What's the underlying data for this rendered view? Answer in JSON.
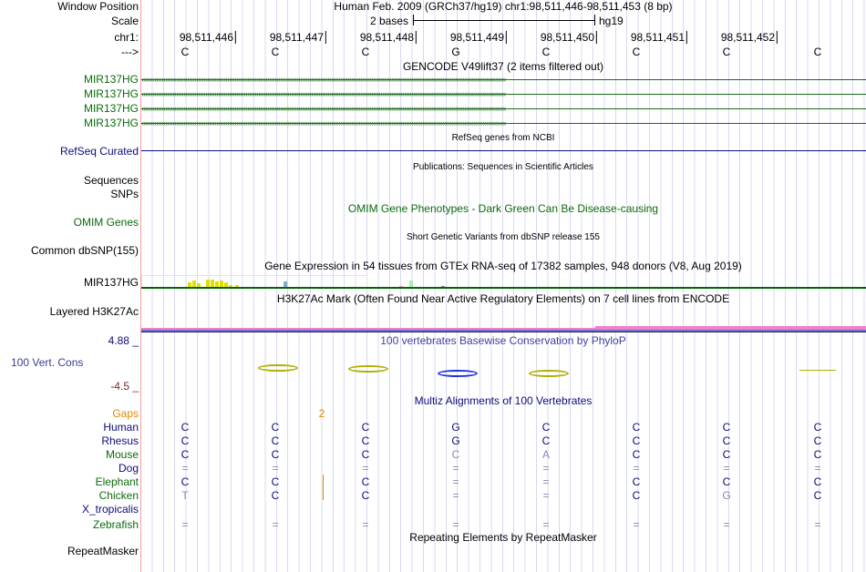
{
  "header": {
    "window_position_label": "Window Position",
    "title": "Human Feb. 2009 (GRCh37/hg19)   chr1:98,511,446-98,511,453 (8 bp)",
    "scale_label": "Scale",
    "scale_text": "2 bases",
    "scale_assembly": "hg19",
    "chr_label": "chr1:",
    "strand_label": "--->",
    "coords": [
      "98,511,446",
      "98,511,447",
      "98,511,448",
      "98,511,449",
      "98,511,450",
      "98,511,451",
      "98,511,452"
    ],
    "bases": [
      "C",
      "C",
      "C",
      "G",
      "C",
      "C",
      "C",
      "C"
    ]
  },
  "tracks": {
    "gencode": {
      "title": "GENCODE V49lift37 (2 items filtered out)",
      "items": [
        "MIR137HG",
        "MIR137HG",
        "MIR137HG",
        "MIR137HG"
      ]
    },
    "refseq": {
      "title": "RefSeq genes from NCBI",
      "label": "RefSeq Curated"
    },
    "pubs": {
      "title": "Publications: Sequences in Scientific Articles",
      "label1": "Sequences",
      "label2": "SNPs"
    },
    "omim": {
      "title": "OMIM Gene Phenotypes - Dark Green Can Be Disease-causing",
      "label": "OMIM Genes"
    },
    "dbsnp": {
      "title": "Short Genetic Variants from dbSNP release 155",
      "label": "Common dbSNP(155)"
    },
    "gtex": {
      "title": "Gene Expression in 54 tissues from GTEx RNA-seq of 17382 samples, 948 donors (V8, Aug 2019)",
      "label": "MIR137HG"
    },
    "h3k27ac": {
      "title": "H3K27Ac Mark (Often Found Near Active Regulatory Elements) on 7 cell lines from ENCODE",
      "label": "Layered H3K27Ac"
    },
    "phylop": {
      "title": "100 vertebrates Basewise Conservation by PhyloP",
      "label": "100 Vert. Cons",
      "max": "4.88 _",
      "min": "-4.5 _"
    },
    "multiz": {
      "title": "Multiz Alignments of 100 Vertebrates",
      "gaps_label": "Gaps",
      "gap_count": "2",
      "species": [
        {
          "name": "Human",
          "color": "navy",
          "bases": "CCCGCCCC",
          "dim": []
        },
        {
          "name": "Rhesus",
          "color": "navy",
          "bases": "CCCGCCCC",
          "dim": []
        },
        {
          "name": "Mouse",
          "color": "green",
          "bases": "CCCCACCC",
          "dim": [
            3,
            4
          ]
        },
        {
          "name": "Dog",
          "color": "navy",
          "bases": "========",
          "dim": [
            0,
            1,
            2,
            3,
            4,
            5,
            6,
            7
          ]
        },
        {
          "name": "Elephant",
          "color": "green",
          "bases": "CCC==CCC",
          "dim": [
            3,
            4
          ]
        },
        {
          "name": "Chicken",
          "color": "green",
          "bases": "TCC==CGC",
          "dim": [
            0,
            3,
            4,
            6
          ]
        },
        {
          "name": "X_tropicalis",
          "color": "navy",
          "bases": "        ",
          "dim": []
        },
        {
          "name": "Zebrafish",
          "color": "green",
          "bases": "========",
          "dim": [
            0,
            1,
            2,
            3,
            4,
            5,
            6,
            7
          ]
        }
      ]
    },
    "rmsk": {
      "title": "Repeating Elements by RepeatMasker",
      "label": "RepeatMasker"
    }
  }
}
